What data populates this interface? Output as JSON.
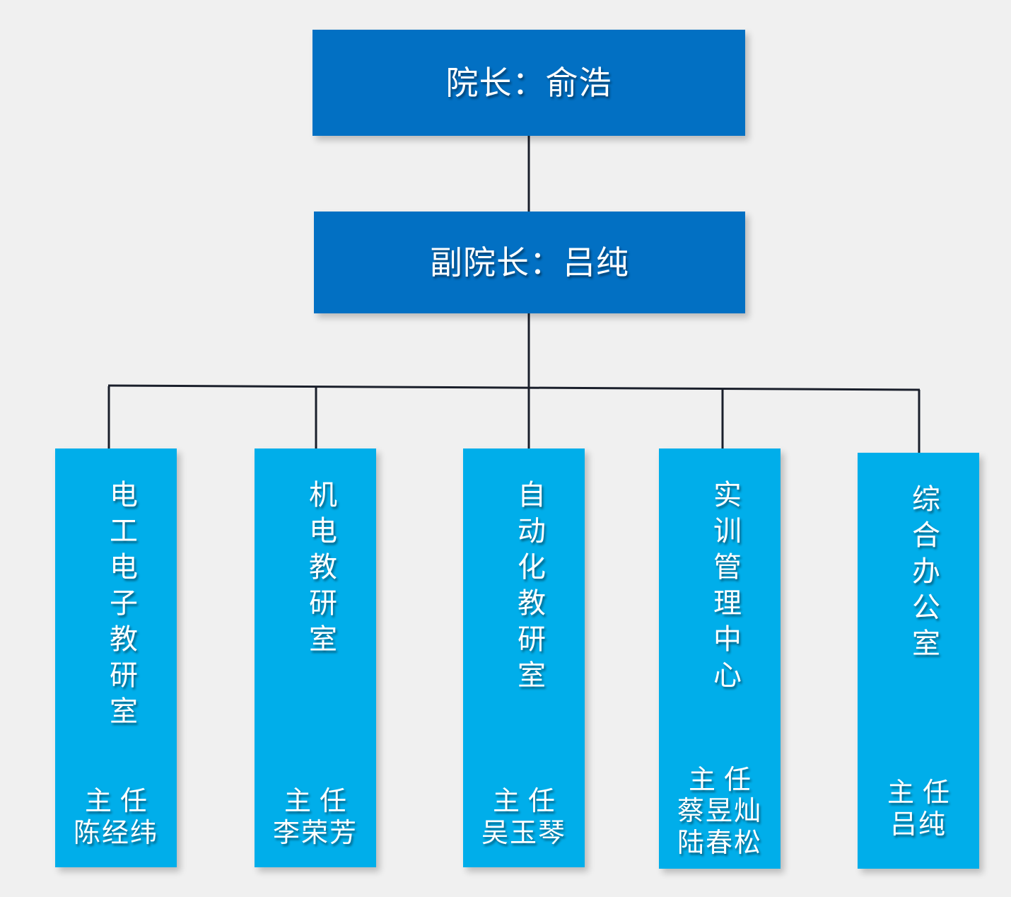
{
  "chart_data": {
    "type": "diagram",
    "diagram_type": "organizational-chart",
    "title": "",
    "background_color": "#f0f0f0",
    "colors": {
      "leadership_box": "#0270c3",
      "department_box": "#00aeea",
      "text": "#ffffff",
      "connector_line": "#1a1f2b"
    },
    "levels": 3
  },
  "org": {
    "dean": {
      "label": "院长：俞浩",
      "role": "院长",
      "name": "俞浩",
      "level": 1
    },
    "vice_dean": {
      "label": "副院长：吕纯",
      "role": "副院长",
      "name": "吕纯",
      "level": 2
    },
    "departments": [
      {
        "name": "电工电子教研室",
        "role": "主任",
        "leaders": [
          "陈经纬"
        ],
        "level": 3
      },
      {
        "name": "机电教研室",
        "role": "主任",
        "leaders": [
          "李荣芳"
        ],
        "level": 3
      },
      {
        "name": "自动化教研室",
        "role": "主任",
        "leaders": [
          "吴玉琴"
        ],
        "level": 3
      },
      {
        "name": "实训管理中心",
        "role": "主任",
        "leaders": [
          "蔡昱灿",
          "陆春松"
        ],
        "level": 3
      },
      {
        "name": "综合办公室",
        "role": "主任",
        "leaders": [
          "吕纯"
        ],
        "level": 3
      }
    ]
  }
}
